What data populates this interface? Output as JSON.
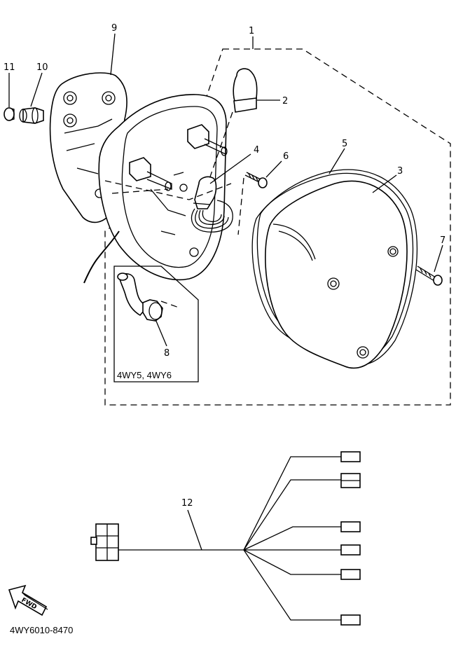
{
  "diagram": {
    "callouts": [
      {
        "id": "c1",
        "label": "1"
      },
      {
        "id": "c2",
        "label": "2"
      },
      {
        "id": "c3",
        "label": "3"
      },
      {
        "id": "c4",
        "label": "4"
      },
      {
        "id": "c5",
        "label": "5"
      },
      {
        "id": "c6",
        "label": "6"
      },
      {
        "id": "c7",
        "label": "7"
      },
      {
        "id": "c8",
        "label": "8"
      },
      {
        "id": "c9",
        "label": "9"
      },
      {
        "id": "c10",
        "label": "10"
      },
      {
        "id": "c11",
        "label": "11"
      },
      {
        "id": "c12",
        "label": "12"
      }
    ],
    "inset_label": "4WY5, 4WY6",
    "fwd_label": "FWD",
    "part_code": "4WY6010-8470"
  }
}
